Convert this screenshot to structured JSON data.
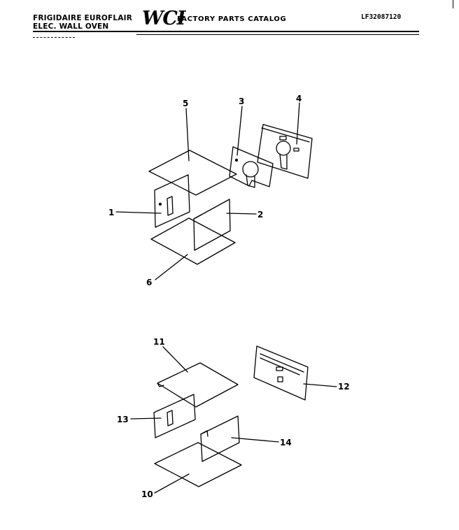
{
  "header": {
    "brand_line1": "FRIGIDAIRE EUROFLAIR",
    "brand_line2": "ELEC. WALL OVEN",
    "logo": "WCI",
    "catalog_title": "FACTORY PARTS CATALOG",
    "model_number": "LF32087120"
  },
  "parts": {
    "p1": "1",
    "p2": "2",
    "p3": "3",
    "p4": "4",
    "p5": "5",
    "p6": "6",
    "p10": "10",
    "p11": "11",
    "p12": "12",
    "p13": "13",
    "p14": "14"
  }
}
